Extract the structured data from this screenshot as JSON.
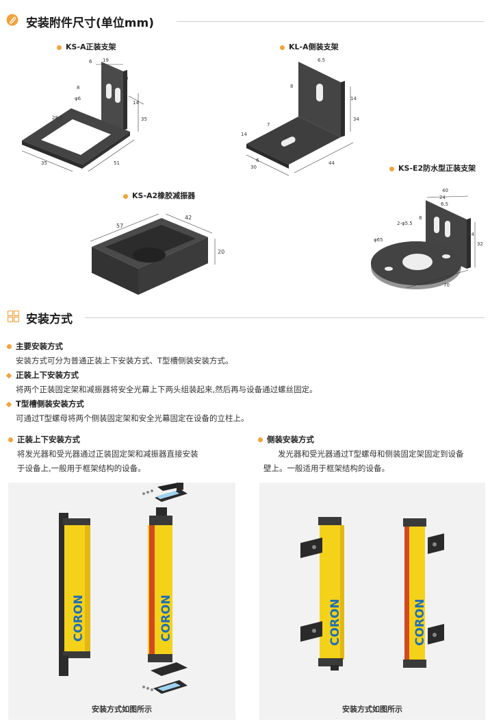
{
  "section1": {
    "title": "安装附件尺寸(单位mm)"
  },
  "accessories": {
    "ksa": {
      "label": "KS-A正装支架",
      "dims": {
        "d6a": "6",
        "d19": "19",
        "d6b": "6",
        "d8": "8",
        "phi6": "φ6",
        "d14": "14",
        "d35": "35",
        "d285": "28.5",
        "d35b": "35",
        "d51": "51"
      }
    },
    "kla": {
      "label": "KL-A侧装支架",
      "dims": {
        "d65": "6.5",
        "d8": "8",
        "d14": "14",
        "d34": "34",
        "d14b": "14",
        "d7": "7",
        "d6": "6",
        "d30": "30",
        "d44": "44"
      }
    },
    "ke2": {
      "label": "KS-E2防水型正装支架",
      "dims": {
        "d40": "40",
        "d24": "24",
        "d65": "6.5",
        "d8": "8",
        "phi55": "2-φ5.5",
        "d14": "14",
        "d32": "32",
        "phi65": "φ65",
        "d70": "70"
      }
    },
    "ksa2": {
      "label": "KS-A2橡胶减振器",
      "dims": {
        "d57": "57",
        "d42": "42",
        "d20": "20"
      }
    }
  },
  "section2": {
    "title": "安装方式"
  },
  "methods": {
    "main": {
      "head": "主要安装方式",
      "text": "安装方式可分为普通正装上下安装方式、T型槽侧装安装方式。"
    },
    "updown": {
      "head": "正装上下安装方式",
      "text": "将两个正装固定架和减振器将安全光幕上下两头组装起来,然后再与设备通过螺丝固定。"
    },
    "tslot": {
      "head": "T型槽侧装安装方式",
      "text": "可通过T型螺母将两个侧装固定架和安全光幕固定在设备的立柱上。"
    }
  },
  "columns": {
    "left": {
      "head": "正装上下安装方式",
      "line1": "将发光器和受光器通过正装固定架和减振器直接安装",
      "line2": "于设备上,一般用于框架结构的设备。",
      "caption": "安装方式如图所示"
    },
    "right": {
      "head": "侧装安装方式",
      "line1": "发光器和受光器通过T型螺母和侧装固定架固定到设备",
      "line2": "壁上。一般适用于框架结构的设备。",
      "caption": "安装方式如图所示"
    }
  },
  "brand": "CORON",
  "colors": {
    "accent": "#f3a33a",
    "yellow": "#f5d21a",
    "metal": "#3a3a3a",
    "panel": "#f2f2f2"
  }
}
